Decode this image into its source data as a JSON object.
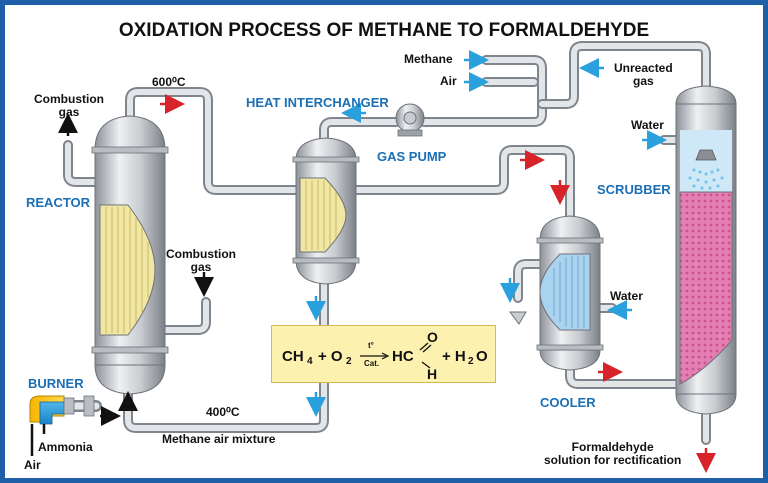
{
  "title": "OXIDATION PROCESS OF METHANE TO FORMALDEHYDE",
  "equipment": {
    "reactor": "REACTOR",
    "heat_interchanger": "HEAT INTERCHANGER",
    "gas_pump": "GAS PUMP",
    "scrubber": "SCRUBBER",
    "cooler": "COOLER",
    "burner": "BURNER"
  },
  "streams": {
    "combustion_gas_top": "Combustion\ngas",
    "combustion_gas_side": "Combustion\ngas",
    "temp_top": "600⁰C",
    "temp_bottom": "400⁰C",
    "methane": "Methane",
    "air_in": "Air",
    "unreacted_gas": "Unreacted\ngas",
    "water_scrubber": "Water",
    "water_cooler": "Water",
    "methane_air_mixture": "Methane air mixture",
    "ammonia": "Ammonia",
    "air_burner": "Air",
    "formaldehyde_out": "Formaldehyde\nsolution for rectification"
  },
  "equation": {
    "lhs_ch": "CH",
    "lhs_ch_sub": "4",
    "plus1": "+ O",
    "o_sub": "2",
    "arrow_top": "t°",
    "arrow_bottom": "Cat.",
    "product_hc": "HC",
    "product_o": "O",
    "product_h": "H",
    "plus2": "+ H",
    "h2o_sub": "2",
    "h2o_o": "O"
  },
  "colors": {
    "frame": "#1f5fa8",
    "label_blue": "#1a6fb5",
    "arrow_red": "#d8232a",
    "arrow_blue": "#2aa0dc",
    "equation_bg": "#fdf1b0",
    "scrubber_fill": "#e47fb3",
    "catalyst_fill": "#f2e7a2",
    "cooler_fill": "#a9d3ee"
  }
}
